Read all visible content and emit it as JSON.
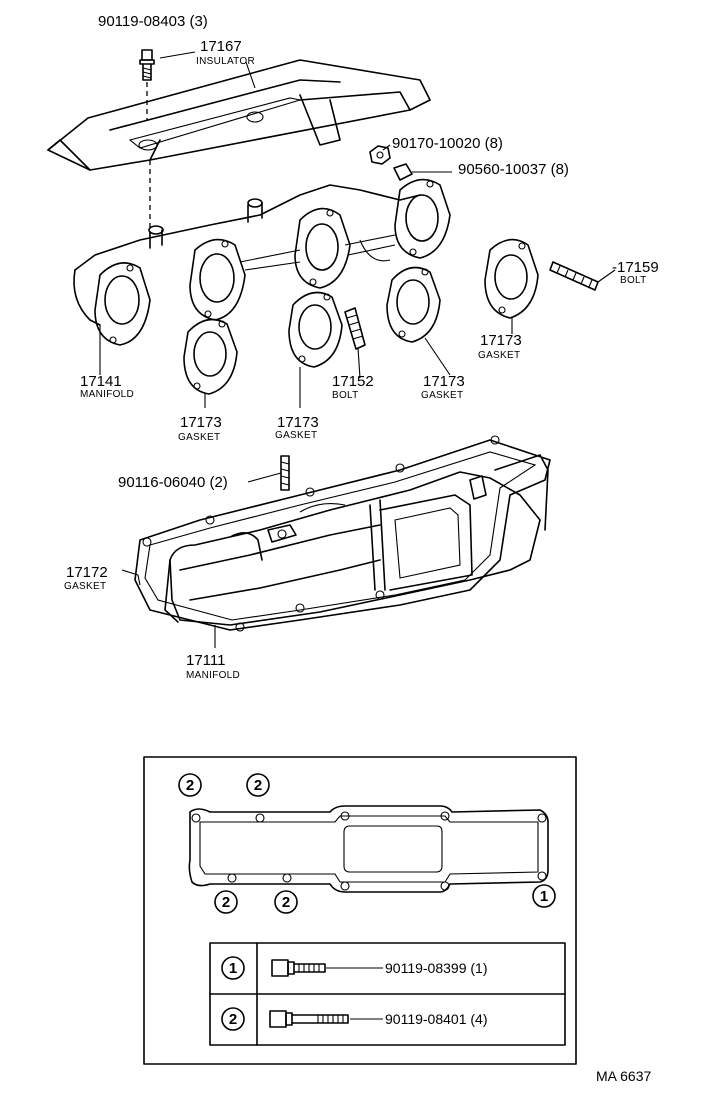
{
  "parts": {
    "bolt_top": "90119-08403 (3)",
    "insulator": {
      "number": "17167",
      "name": "INSULATOR"
    },
    "nut": "90170-10020 (8)",
    "washer": "90560-10037 (8)",
    "bolt_17159": {
      "number": "-17159",
      "name": "BOLT"
    },
    "gasket_right": {
      "number": "17173",
      "name": "GASKET"
    },
    "manifold_17141": {
      "number": "17141",
      "name": "MANIFOLD"
    },
    "bolt_17152": {
      "number": "17152",
      "name": "BOLT"
    },
    "gasket_mid_right": {
      "number": "17173",
      "name": "GASKET"
    },
    "gasket_left": {
      "number": "17173",
      "name": "GASKET"
    },
    "gasket_mid": {
      "number": "17173",
      "name": "GASKET"
    },
    "stud": "90116-06040 (2)",
    "gasket_17172": {
      "number": "17172",
      "name": "GASKET"
    },
    "manifold_17111": {
      "number": "17111",
      "name": "MANIFOLD"
    }
  },
  "inset": {
    "markers": [
      "2",
      "2",
      "2",
      "2",
      "1"
    ],
    "legend": [
      {
        "key": "1",
        "part": "90119-08399 (1)"
      },
      {
        "key": "2",
        "part": "90119-08401 (4)"
      }
    ]
  },
  "footer": {
    "code": "MA 6637"
  }
}
